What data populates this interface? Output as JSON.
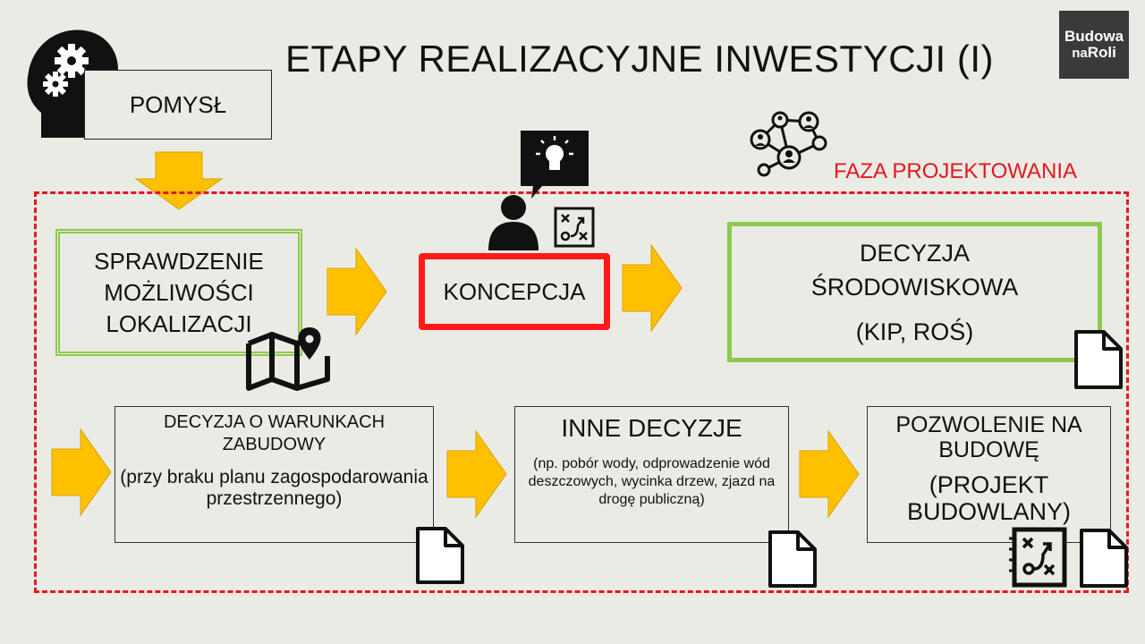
{
  "title": "ETAPY REALIZACYJNE INWESTYCJI (I)",
  "logo": {
    "line1": "Budowa",
    "na": "na",
    "roli": "Roli"
  },
  "phase_label": "FAZA PROJEKTOWANIA",
  "steps": {
    "pomysl": "POMYSŁ",
    "sprawdzenie": {
      "line1": "SPRAWDZENIE",
      "line2": "MOŻLIWOŚCI",
      "line3": "LOKALIZACJI"
    },
    "koncepcja": "KONCEPCJA",
    "decyzja_srodowiskowa": {
      "line1": "DECYZJA",
      "line2": "ŚRODOWISKOWA",
      "sub": "(KIP, ROŚ)"
    },
    "decyzja_wz": {
      "title": "DECYZJA O WARUNKACH ZABUDOWY",
      "sub": "(przy braku planu zagospodarowania przestrzennego)"
    },
    "inne_decyzje": {
      "title": "INNE DECYZJE",
      "sub": "(np. pobór wody, odprowadzenie wód deszczowych, wycinka drzew, zjazd na drogę publiczną)"
    },
    "pozwolenie": {
      "title": "POZWOLENIE NA BUDOWĘ",
      "sub": "(PROJEKT BUDOWLANY)"
    }
  },
  "colors": {
    "arrow": "#ffc000",
    "dashed_border": "#e3181d",
    "green_border": "#8dc94e",
    "red_border": "#ff1a1a",
    "background": "#ebebe6"
  },
  "icons": [
    "head-gears-icon",
    "network-people-icon",
    "person-idea-icon",
    "strategy-board-icon",
    "map-pin-icon",
    "document-icon"
  ]
}
